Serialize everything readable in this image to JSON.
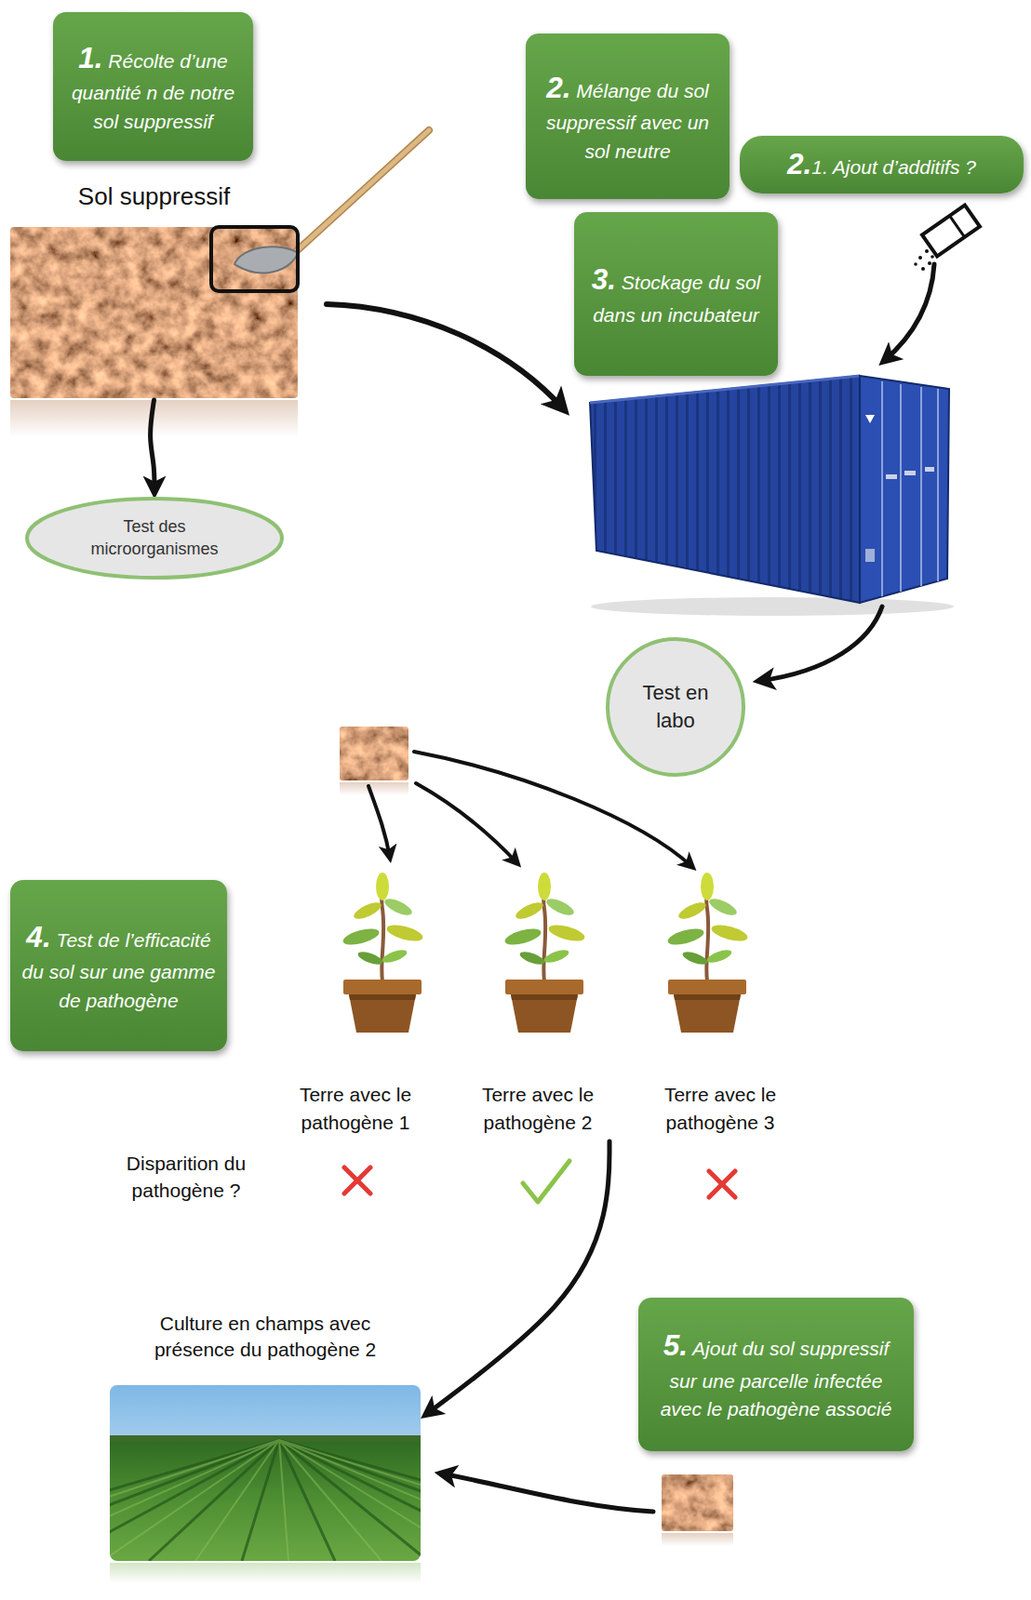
{
  "diagram": {
    "nodes": [
      {
        "text": [
          "1. Récolte d’une quantité n de notre sol suppressif"
        ]
      },
      {
        "text": [
          "Sol suppressif"
        ]
      },
      {
        "text": [
          "Test des microorganismes"
        ]
      },
      {
        "text": [
          "2. Mélange du sol suppressif avec un sol neutre"
        ]
      },
      {
        "text": [
          "2.1. Ajout d’additifs ?"
        ]
      },
      {
        "text": [
          "3. Stockage du sol dans un incubateur"
        ]
      },
      {
        "text": [
          "Test en labo"
        ]
      },
      {
        "text": [
          "4. Test de l’efficacité du sol sur une gamme de pathogène"
        ]
      },
      {
        "text": [
          "Terre avec le pathogène 1"
        ]
      },
      {
        "text": [
          "Terre avec le pathogène 2"
        ]
      },
      {
        "text": [
          "Terre avec le pathogène 3"
        ]
      },
      {
        "text": [
          "Culture en champs avec présence du pathogène 2"
        ]
      },
      {
        "text": [
          "5. Ajout du sol suppressif sur une parcelle infectée avec le pathogène associé"
        ]
      }
    ],
    "edges": [
      {
        "from": 1,
        "to": 2,
        "arrow": "to"
      },
      {
        "from": 9,
        "to": 11,
        "arrow": "to"
      }
    ],
    "labels": [
      "Disparition du pathogène ?"
    ]
  }
}
